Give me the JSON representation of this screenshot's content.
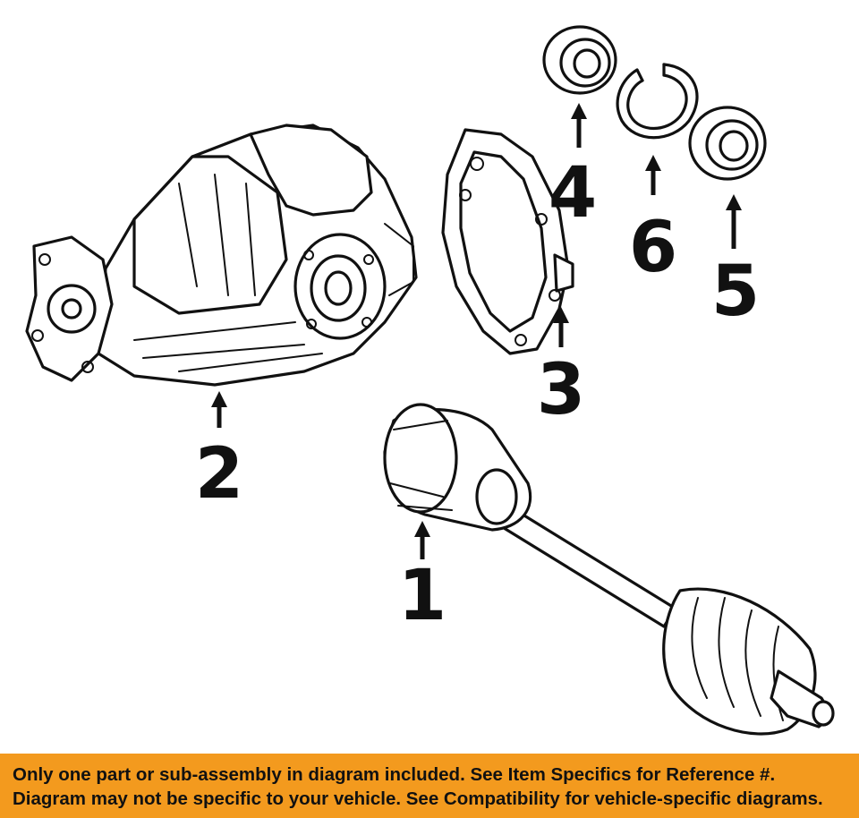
{
  "callouts": [
    {
      "id": "1",
      "label": "1"
    },
    {
      "id": "2",
      "label": "2"
    },
    {
      "id": "3",
      "label": "3"
    },
    {
      "id": "4",
      "label": "4"
    },
    {
      "id": "5",
      "label": "5"
    },
    {
      "id": "6",
      "label": "6"
    }
  ],
  "banner": {
    "line1": "Only one part or sub-assembly in diagram included. See Item Specifics for Reference #.",
    "line2": "Diagram may not be specific to your vehicle. See Compatibility for vehicle-specific diagrams."
  },
  "colors": {
    "banner_background": "#f39a1e",
    "ink": "#111111",
    "background": "#ffffff"
  }
}
